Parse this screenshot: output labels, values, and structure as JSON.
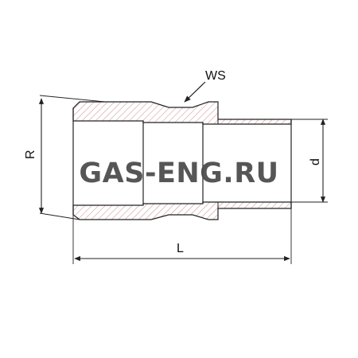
{
  "labels": {
    "ws": "WS",
    "r": "R",
    "d": "d",
    "l": "L"
  },
  "watermark": "GAS-ENG.RU",
  "colors": {
    "line": "#222222",
    "hatch": "#c98a8a",
    "watermark": "#4a4a4a"
  }
}
